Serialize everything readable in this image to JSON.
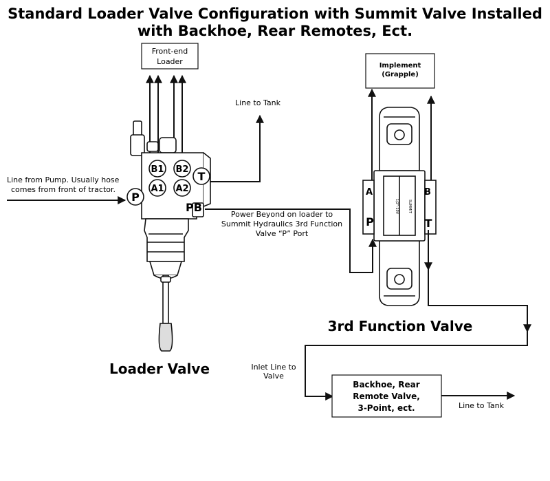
{
  "title": {
    "line1": "Standard Loader Valve Configuration with Summit Valve Installed",
    "line2": "with Backhoe, Rear Remotes, Ect."
  },
  "boxes": {
    "front_end_line1": "Front-end",
    "front_end_line2": "Loader",
    "implement_line1": "Implement",
    "implement_line2": "(Grapple)",
    "backhoe_line1": "Backhoe, Rear",
    "backhoe_line2": "Remote Valve,",
    "backhoe_line3": "3-Point, ect."
  },
  "labels": {
    "line_to_tank_top": "Line to Tank",
    "line_from_pump_1": "Line from Pump. Usually hose",
    "line_from_pump_2": "comes from front of tractor.",
    "power_beyond_1": "Power Beyond on loader to",
    "power_beyond_2": "Summit Hydraulics 3rd Function",
    "power_beyond_3": "Valve “P” Port",
    "loader_valve": "Loader Valve",
    "third_function_valve": "3rd Function Valve",
    "inlet_line_1": "Inlet Line to",
    "inlet_line_2": "Valve",
    "line_to_tank_bottom": "Line to Tank"
  },
  "ports": {
    "b1": "B1",
    "b2": "B2",
    "a1": "A1",
    "a2": "A2",
    "t": "T",
    "p": "P",
    "pb": "PB",
    "summit_a": "A",
    "summit_b": "B",
    "summit_p": "P",
    "summit_t": "T"
  },
  "valve_body_text": {
    "brand": "SUMMIT",
    "model": "1/2”-10V"
  },
  "colors": {
    "ink": "#111111",
    "background": "#ffffff",
    "handle_fill": "#dddddd"
  }
}
